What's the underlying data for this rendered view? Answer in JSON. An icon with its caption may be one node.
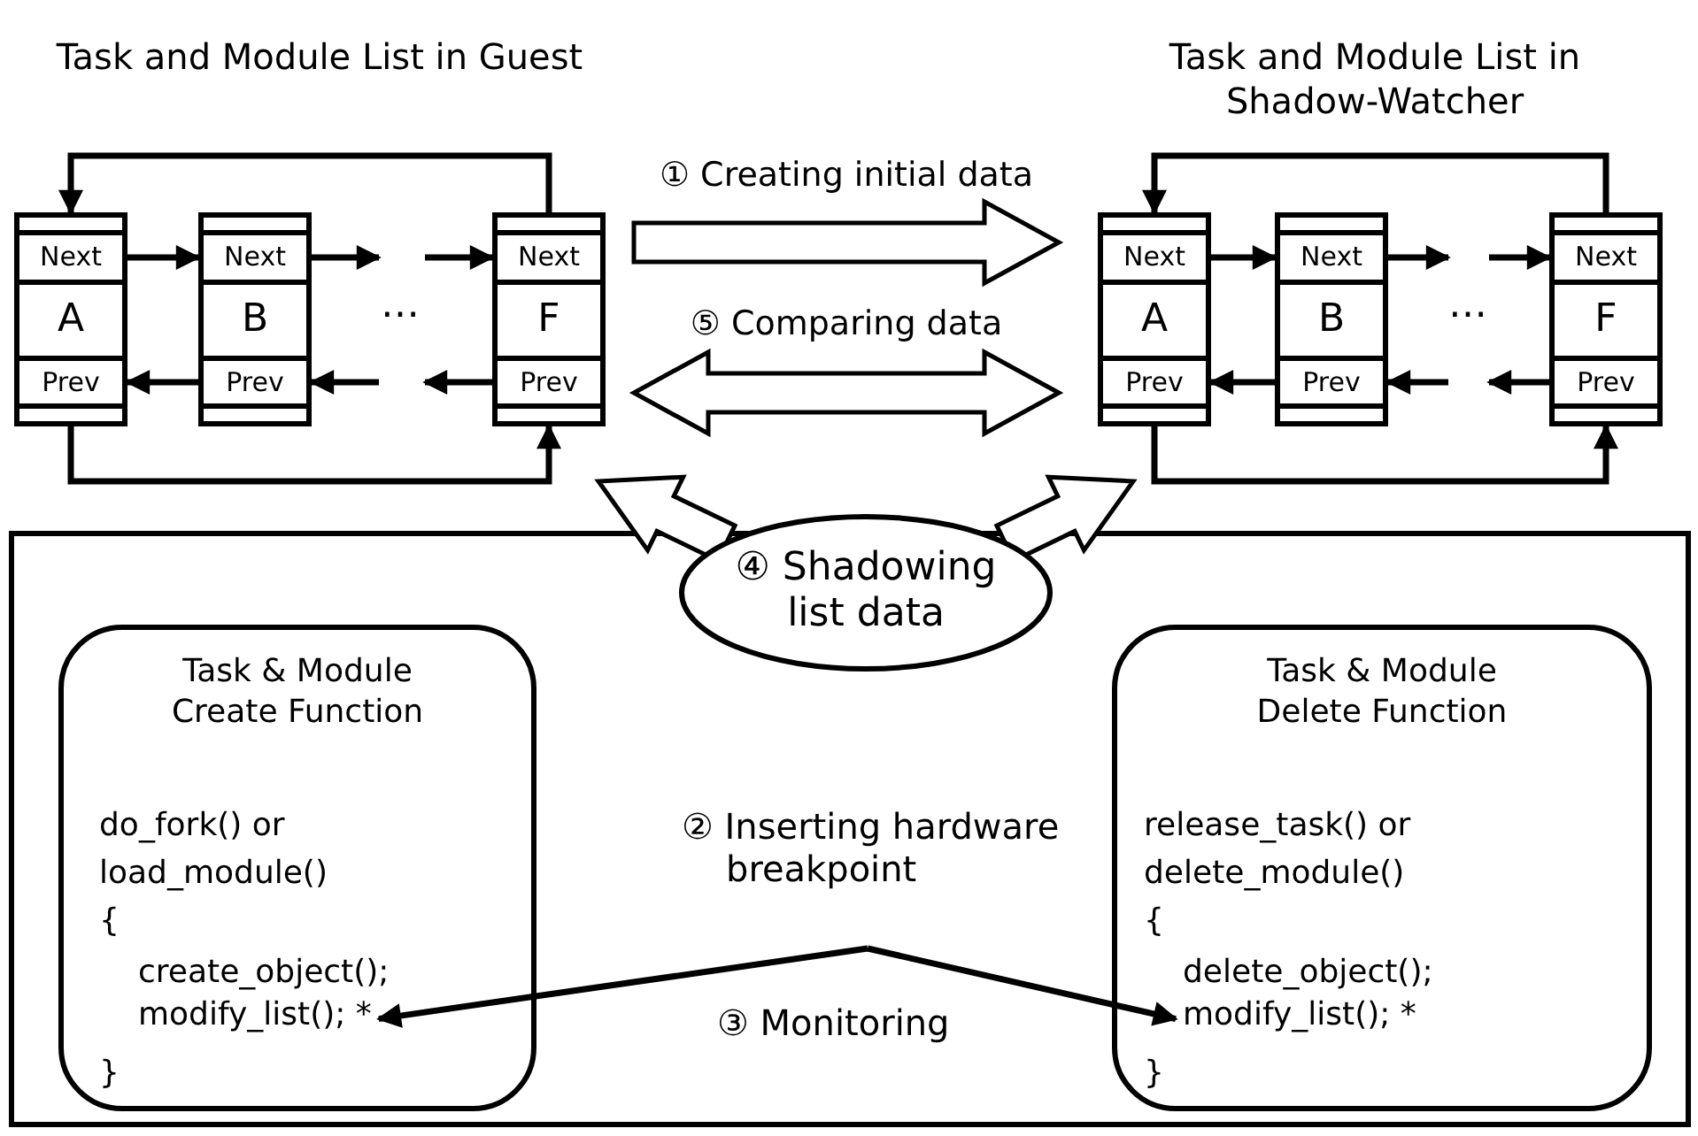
{
  "diagram": {
    "nodes": [
      {
        "text": [
          "Task and Module List in Guest"
        ]
      },
      {
        "text": [
          "Next",
          "A",
          "Prev"
        ],
        "in": 0
      },
      {
        "text": [
          "Next",
          "B",
          "Prev"
        ],
        "in": 0
      },
      {
        "text": [
          "Next",
          "F",
          "Prev"
        ],
        "in": 0
      },
      {
        "text": [
          "Task and Module List in Shadow-Watcher"
        ]
      },
      {
        "text": [
          "Next",
          "A",
          "Prev"
        ],
        "in": 4
      },
      {
        "text": [
          "Next",
          "B",
          "Prev"
        ],
        "in": 4
      },
      {
        "text": [
          "Next",
          "F",
          "Prev"
        ],
        "in": 4
      },
      {
        "text": [],
        "shape": "box"
      },
      {
        "text": [
          "④ Shadowing list data"
        ]
      },
      {
        "text": [
          "Task & Module Create Function",
          "do_fork() or",
          "load_module()",
          "{",
          "create_object();",
          "}"
        ],
        "in": 8
      },
      {
        "text": [
          "Task & Module Delete Function",
          "release_task() or",
          "delete_module()",
          "{",
          "delete_object();",
          "}"
        ],
        "in": 8
      },
      {
        "text": [
          "modify_list(); *"
        ],
        "in": 10
      },
      {
        "text": [
          "modify_list(); *"
        ],
        "in": 11
      }
    ],
    "edges": [
      {
        "from": 1,
        "to": 2,
        "arrow": "to"
      },
      {
        "from": 2,
        "to": null,
        "arrow": "to"
      },
      {
        "from": null,
        "to": 3,
        "arrow": "to"
      },
      {
        "from": 3,
        "to": null,
        "arrow": "to"
      },
      {
        "from": null,
        "to": 2,
        "arrow": "to"
      },
      {
        "from": 2,
        "to": 1,
        "arrow": "to"
      },
      {
        "from": 3,
        "to": 1,
        "arrow": "to"
      },
      {
        "from": 1,
        "to": 3,
        "arrow": "to"
      },
      {
        "from": 5,
        "to": 6,
        "arrow": "to"
      },
      {
        "from": 6,
        "to": null,
        "arrow": "to"
      },
      {
        "from": null,
        "to": 7,
        "arrow": "to"
      },
      {
        "from": 7,
        "to": null,
        "arrow": "to"
      },
      {
        "from": null,
        "to": 6,
        "arrow": "to"
      },
      {
        "from": 6,
        "to": 5,
        "arrow": "to"
      },
      {
        "from": 7,
        "to": 5,
        "arrow": "to"
      },
      {
        "from": 5,
        "to": 7,
        "arrow": "to"
      },
      {
        "from": 0,
        "to": 4,
        "arrow": "to",
        "label": "① Creating initial data",
        "style": "thick"
      },
      {
        "from": 4,
        "to": 0,
        "arrow": "both",
        "label": "⑤ Comparing data",
        "style": "thick"
      },
      {
        "from": 9,
        "to": 0,
        "arrow": "to",
        "style": "thick"
      },
      {
        "from": 9,
        "to": 4,
        "arrow": "to",
        "style": "thick"
      },
      {
        "from": null,
        "to": 12,
        "arrow": "to"
      },
      {
        "from": null,
        "to": 13,
        "arrow": "to"
      }
    ],
    "labels": [
      "…",
      "…",
      "② Inserting hardware breakpoint",
      "③ Monitoring"
    ]
  }
}
